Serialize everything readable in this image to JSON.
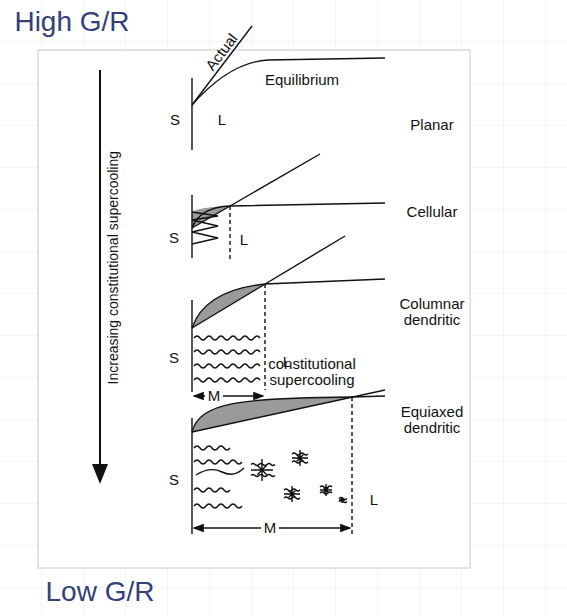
{
  "diagram": {
    "labels": [
      "High G/R",
      "Actual",
      "Equilibrium",
      "S",
      "L",
      "Planar",
      "Increasing constitutional supercooling",
      "S",
      "L",
      "Cellular",
      "Columnar dendritic",
      "S",
      "L",
      "M",
      "constitutional supercooling",
      "Equiaxed dendritic",
      "S",
      "M",
      "L",
      "Low G/R"
    ]
  }
}
